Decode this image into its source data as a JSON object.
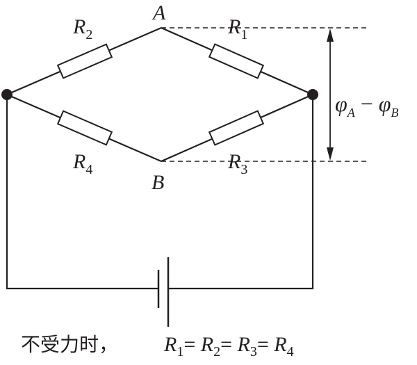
{
  "labels": {
    "node_a": "A",
    "node_b": "B",
    "r1": {
      "main": "R",
      "sub": "1"
    },
    "r2": {
      "main": "R",
      "sub": "2"
    },
    "r3": {
      "main": "R",
      "sub": "3"
    },
    "r4": {
      "main": "R",
      "sub": "4"
    },
    "potential_diff": {
      "phi1": "φ",
      "sub1": "A",
      "minus": " − ",
      "phi2": "φ",
      "sub2": "B"
    }
  },
  "caption": {
    "prefix": "不受力时，",
    "r1": "R",
    "s1": "1",
    "eq1": "=",
    "r2": "R",
    "s2": "2",
    "eq2": "=",
    "r3": "R",
    "s3": "3",
    "eq3": "=",
    "r4": "R",
    "s4": "4"
  }
}
